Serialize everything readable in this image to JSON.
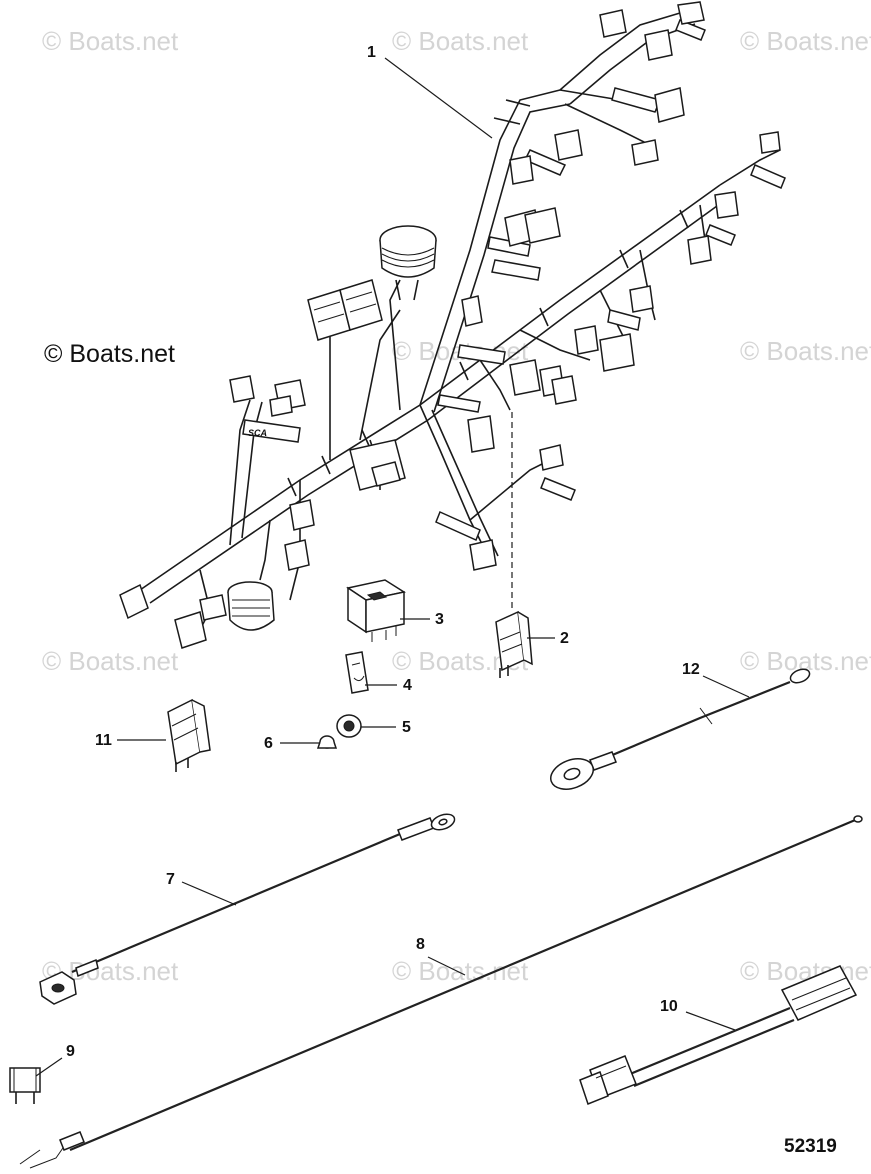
{
  "watermarks": [
    "© Boats.net",
    "© Boats.net",
    "© Boats.net",
    "© Boats.net",
    "© Boats.net",
    "© Boats.net",
    "© Boats.net",
    "© Boats.net",
    "© Boats.net",
    "© Boats.net",
    "© Boats.net"
  ],
  "copyright": "© Boats.net",
  "harness_tag": "SCA",
  "callouts": [
    "1",
    "2",
    "3",
    "4",
    "5",
    "6",
    "7",
    "8",
    "9",
    "10",
    "11",
    "12"
  ],
  "figure_number": "52319",
  "colors": {
    "line": "#1b1b1b",
    "watermark": "#d4d4d4",
    "background": "#ffffff"
  }
}
